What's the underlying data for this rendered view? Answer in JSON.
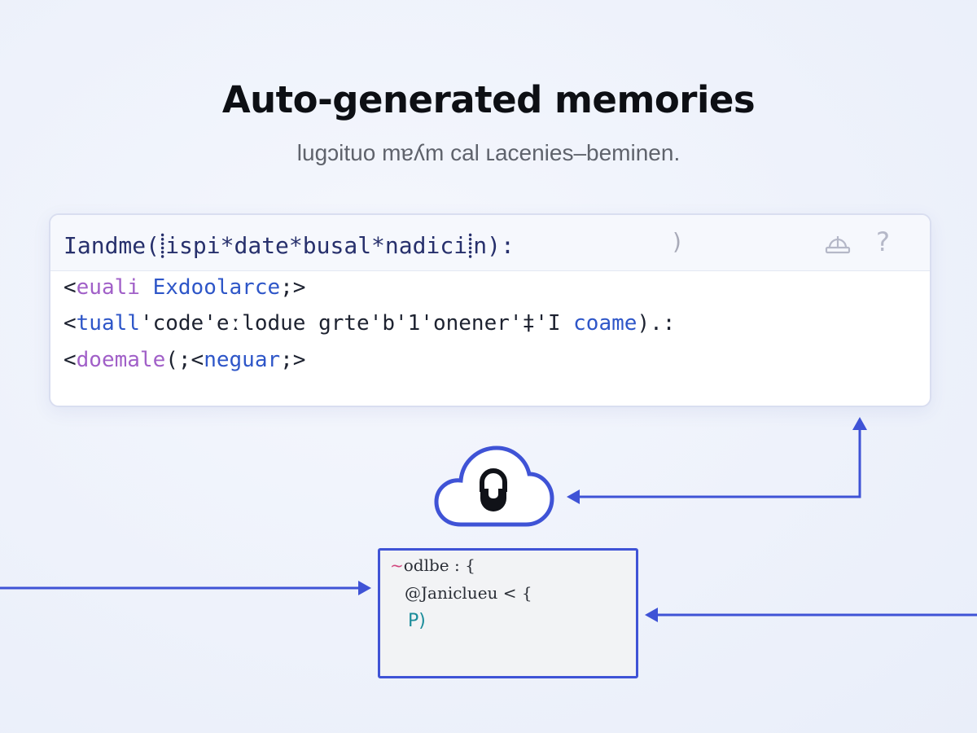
{
  "title": "Auto-generated memories",
  "subtitle": "lugɔituo mɐʎm cal ʟacenies–beminen.",
  "code_card": {
    "header_text": "Iandme(⸽ispi*date*busal*nadici⸽n):",
    "header_moon": ")",
    "header_icons": [
      "drive-icon",
      "help-icon"
    ],
    "help_glyph": "?",
    "lines": [
      [
        {
          "text": "<",
          "tone": "dark"
        },
        {
          "text": "euali",
          "tone": "violet"
        },
        {
          "text": " ",
          "tone": "dark"
        },
        {
          "text": "Exdoolarce",
          "tone": "blue"
        },
        {
          "text": ";>",
          "tone": "dark"
        }
      ],
      [
        {
          "text": "<",
          "tone": "dark"
        },
        {
          "text": "tuall",
          "tone": "blue"
        },
        {
          "text": "'code'eːlodue grte'b'1'onener'‡'I ",
          "tone": "dark"
        },
        {
          "text": "coame",
          "tone": "blue"
        },
        {
          "text": ").:",
          "tone": "dark"
        }
      ],
      [
        {
          "text": "<",
          "tone": "dark"
        },
        {
          "text": "doemale",
          "tone": "violet"
        },
        {
          "text": "(;<",
          "tone": "dark"
        },
        {
          "text": "neguar",
          "tone": "blue"
        },
        {
          "text": ";>",
          "tone": "dark"
        }
      ]
    ]
  },
  "cloud": {
    "icon": "cloud-lock-icon"
  },
  "memory_box": {
    "line1_mark": "~",
    "line1": "odlbe : {",
    "line2": "@Janiclueu < {",
    "line3": "P)"
  },
  "colors": {
    "accent": "#3f53d6",
    "code_blue": "#2e56c8",
    "code_violet": "#a160c8",
    "title": "#0d0f14"
  }
}
